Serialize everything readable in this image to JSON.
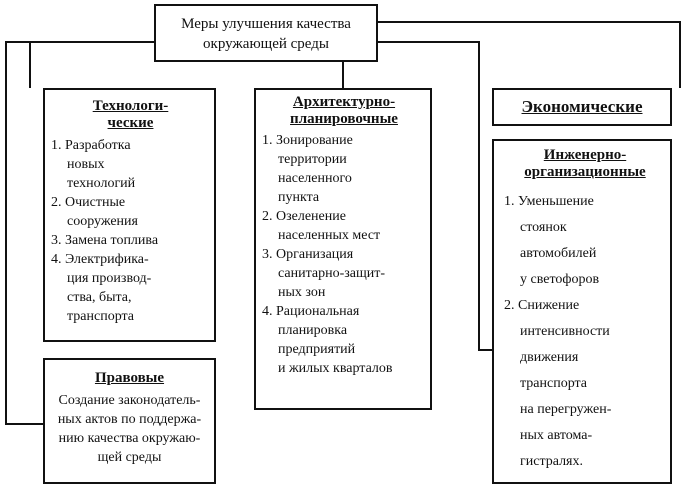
{
  "root": {
    "line1": "Меры улучшения качества",
    "line2": "окружающей среды"
  },
  "tech": {
    "title1": "Технологи-",
    "title2": "ческие",
    "lines": [
      "1. Разработка",
      "новых",
      "технологий",
      "2. Очистные",
      "сооружения",
      "3.  Замена топлива",
      "4. Электрифика-",
      "ция производ-",
      "ства, быта,",
      "транспорта"
    ]
  },
  "arch": {
    "title1": "Архитектурно-",
    "title2": "планировочные",
    "lines": [
      "1. Зонирование",
      "территории",
      "населенного",
      "пункта",
      "2. Озеленение",
      "населенных мест",
      "3. Организация",
      "санитарно-защит-",
      "ных зон",
      "4. Рациональная",
      "планировка",
      "предприятий",
      "и жилых кварталов"
    ]
  },
  "econ": {
    "title": "Экономические"
  },
  "eng": {
    "title1": "Инженерно-",
    "title2": "организационные",
    "lines": [
      "1. Уменьшение",
      "стоянок",
      "автомобилей",
      "у светофоров",
      "2. Снижение",
      "интенсивности",
      "движения",
      "транспорта",
      "на перегружен-",
      "ных автома-",
      "гистралях."
    ]
  },
  "legal": {
    "title": "Правовые",
    "lines": [
      "Создание законодатель-",
      "ных актов по поддержа-",
      "нию качества окружаю-",
      "щей среды"
    ]
  }
}
